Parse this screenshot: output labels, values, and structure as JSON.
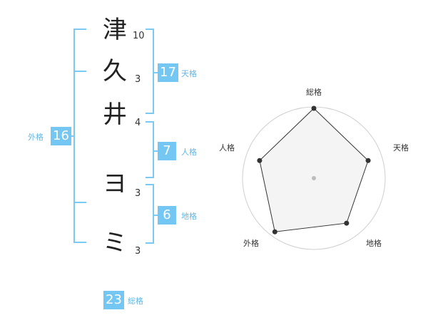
{
  "name": {
    "chars": [
      {
        "char": "津",
        "strokes": "10"
      },
      {
        "char": "久",
        "strokes": "3"
      },
      {
        "char": "井",
        "strokes": "4"
      },
      {
        "char": "ヨ",
        "strokes": "3"
      },
      {
        "char": "ミ",
        "strokes": "3"
      }
    ]
  },
  "kakusu": {
    "tenkaku": {
      "value": "17",
      "label": "天格"
    },
    "jinkaku": {
      "value": "7",
      "label": "人格"
    },
    "chikaku": {
      "value": "6",
      "label": "地格"
    },
    "gaikaku": {
      "value": "16",
      "label": "外格"
    },
    "soukaku": {
      "value": "23",
      "label": "総格"
    }
  },
  "chart_data": {
    "type": "radar",
    "axes": [
      "総格",
      "天格",
      "地格",
      "外格",
      "人格"
    ],
    "values": [
      0.98,
      0.8,
      0.78,
      0.93,
      0.8
    ],
    "max": 1,
    "rings": 4,
    "colors": {
      "fill": "#f2f2f2",
      "line": "#333333",
      "ring": "#cfcfcf",
      "accent": "#74c6f3"
    }
  }
}
